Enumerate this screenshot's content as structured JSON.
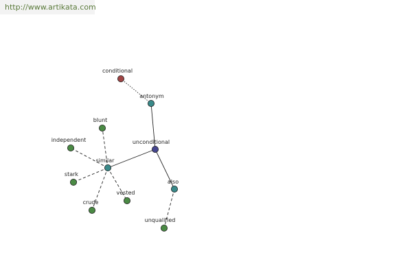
{
  "site_url": "http://www.artikata.com",
  "graph": {
    "colors": {
      "root": "#45468f",
      "relation": "#3a8a8a",
      "word": "#4a8a44",
      "antonym_word": "#a04444",
      "edge": "#222222"
    },
    "nodes": [
      {
        "id": "unconditional",
        "label": "unconditional",
        "kind": "root"
      },
      {
        "id": "antonym",
        "label": "antonym",
        "kind": "relation"
      },
      {
        "id": "conditional",
        "label": "conditional",
        "kind": "antonym_word"
      },
      {
        "id": "similar",
        "label": "similar",
        "kind": "relation"
      },
      {
        "id": "also",
        "label": "also",
        "kind": "relation"
      },
      {
        "id": "blunt",
        "label": "blunt",
        "kind": "word"
      },
      {
        "id": "independent",
        "label": "independent",
        "kind": "word"
      },
      {
        "id": "stark",
        "label": "stark",
        "kind": "word"
      },
      {
        "id": "crude",
        "label": "crude",
        "kind": "word"
      },
      {
        "id": "vested",
        "label": "vested",
        "kind": "word"
      },
      {
        "id": "unqualified",
        "label": "unqualified",
        "kind": "word"
      }
    ],
    "edges": [
      {
        "from": "unconditional",
        "to": "antonym",
        "style": "solid"
      },
      {
        "from": "unconditional",
        "to": "similar",
        "style": "solid"
      },
      {
        "from": "unconditional",
        "to": "also",
        "style": "solid"
      },
      {
        "from": "antonym",
        "to": "conditional",
        "style": "dotted"
      },
      {
        "from": "similar",
        "to": "blunt",
        "style": "dashed"
      },
      {
        "from": "similar",
        "to": "independent",
        "style": "dashed"
      },
      {
        "from": "similar",
        "to": "stark",
        "style": "dashed"
      },
      {
        "from": "similar",
        "to": "crude",
        "style": "dashed"
      },
      {
        "from": "similar",
        "to": "vested",
        "style": "dashed"
      },
      {
        "from": "also",
        "to": "unqualified",
        "style": "dashed"
      }
    ]
  }
}
